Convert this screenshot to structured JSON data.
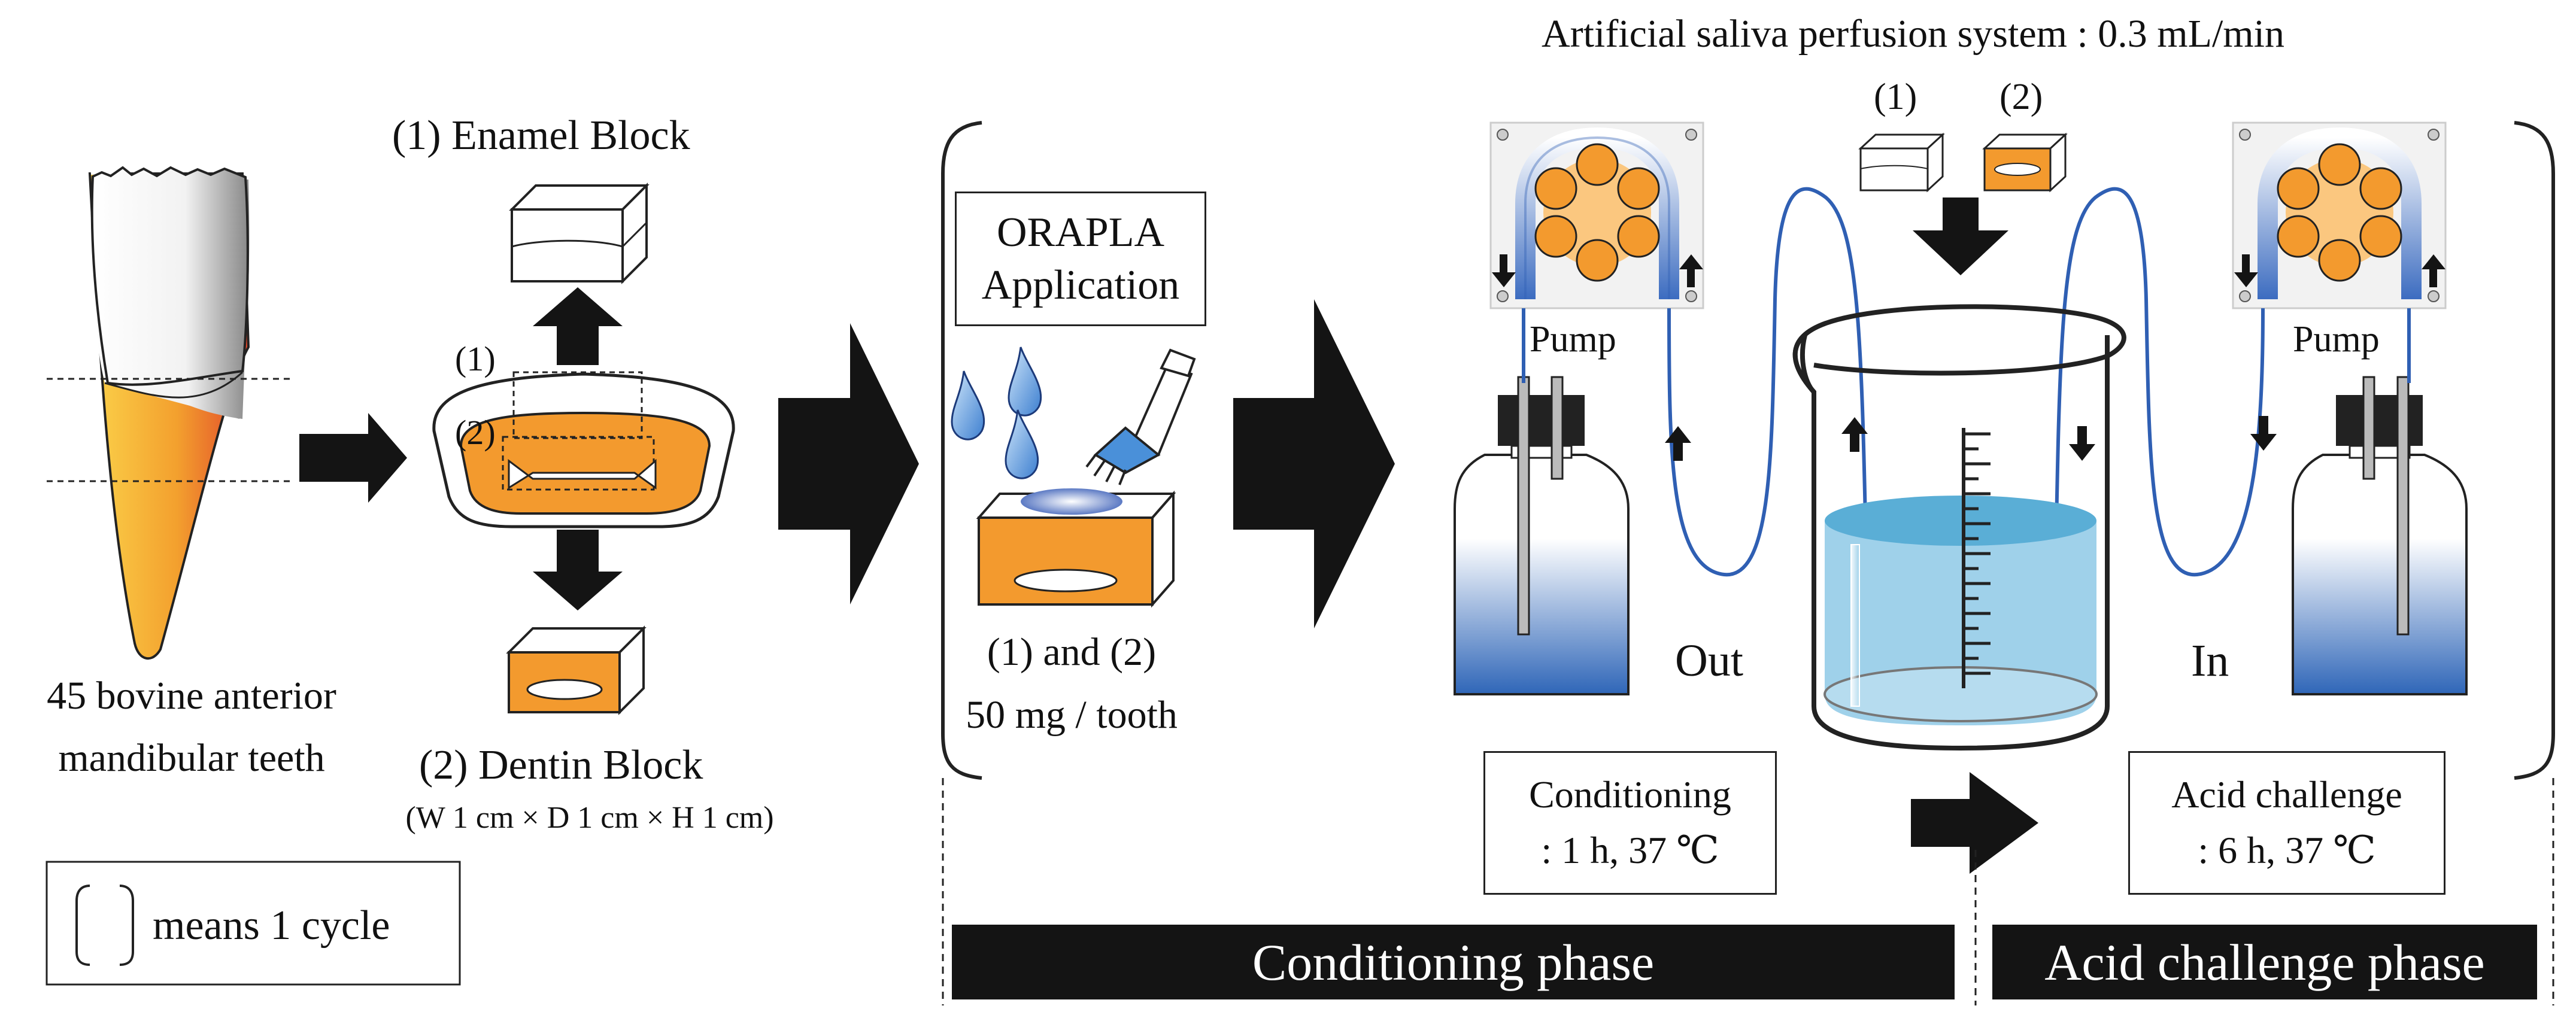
{
  "colors": {
    "orange": "#F39A2E",
    "orange_light": "#FBC77F",
    "tube_blue": "#2F5FB3",
    "water_blue": "#6DB8DE",
    "water_blue_light": "#BFE0F0",
    "black": "#141414"
  },
  "icons": [
    "tooth-icon",
    "enamel-block-icon",
    "dentin-block-icon",
    "pump-icon",
    "bottle-icon",
    "beaker-icon",
    "brush-icon",
    "drop-icon"
  ],
  "labels": {
    "perfusion_system": "Artificial saliva perfusion system : 0.3 mL/min",
    "enamel_block": "(1) Enamel Block",
    "dentin_block": "(2) Dentin Block",
    "block_size": "(W 1 cm × D 1 cm × H 1 cm)",
    "tooth_line1": "45 bovine anterior",
    "tooth_line2": "mandibular teeth",
    "section_1": "(1)",
    "section_2": "(2)",
    "legend_text": "means 1 cycle",
    "orapla_line1": "ORAPLA",
    "orapla_line2": "Application",
    "dose_line1": "(1) and (2)",
    "dose_line2": "50 mg / tooth",
    "pump_left": "Pump",
    "pump_right": "Pump",
    "out": "Out",
    "in": "In",
    "beaker_block_1": "(1)",
    "beaker_block_2": "(2)",
    "conditioning_line1": "Conditioning",
    "conditioning_line2": ": 1 h, 37 ℃",
    "acid_line1": "Acid challenge",
    "acid_line2": ": 6 h, 37 ℃",
    "phase_conditioning": "Conditioning phase",
    "phase_acid": "Acid challenge phase"
  }
}
